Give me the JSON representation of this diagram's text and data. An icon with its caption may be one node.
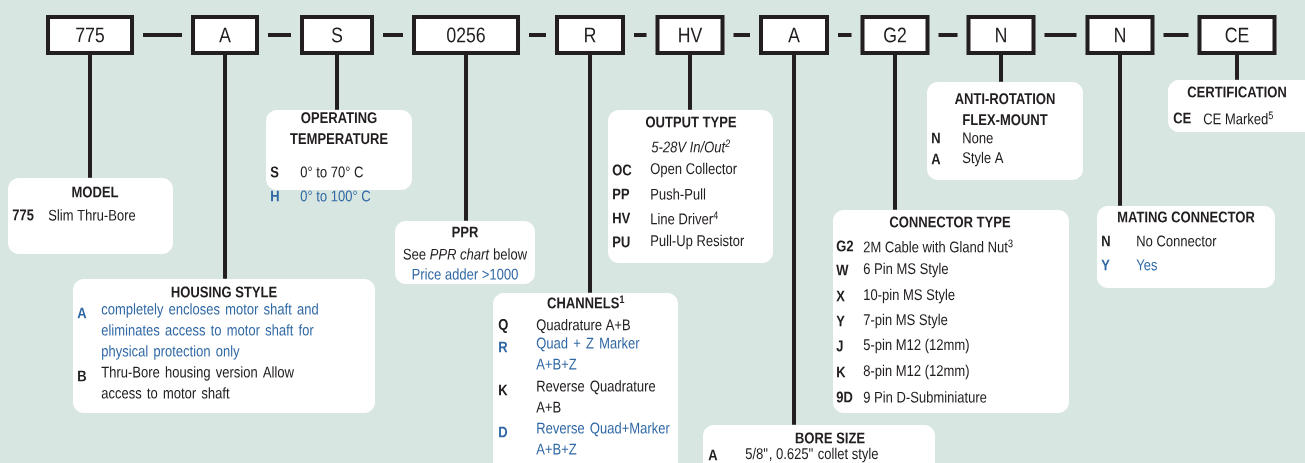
{
  "diagram": {
    "nodes": [
      {
        "text": [
          "775"
        ]
      },
      {
        "text": [
          "A"
        ]
      },
      {
        "text": [
          "S"
        ]
      },
      {
        "text": [
          "0256"
        ]
      },
      {
        "text": [
          "R"
        ]
      },
      {
        "text": [
          "HV"
        ]
      },
      {
        "text": [
          "A"
        ]
      },
      {
        "text": [
          "G2"
        ]
      },
      {
        "text": [
          "N"
        ]
      },
      {
        "text": [
          "N"
        ]
      },
      {
        "text": [
          "CE"
        ]
      },
      {
        "text": [
          "MODEL",
          "775",
          "Slim Thru-Bore"
        ]
      },
      {
        "text": [
          "HOUSING STYLE",
          "A",
          "completely encloses motor shaft and eliminates access to motor shaft for physical protection only",
          "B",
          "Thru-Bore housing version Allow access to motor shaft"
        ]
      },
      {
        "text": [
          "OPERATING TEMPERATURE",
          "S",
          "0° to 70° C",
          "H",
          "0° to 100° C"
        ]
      },
      {
        "text": [
          "PPR",
          "See *PPR chart* below",
          "Price adder >1000"
        ]
      },
      {
        "text": [
          "CHANNELS$^{1}$",
          "Q",
          "Quadrature A+B",
          "R",
          "Quad + Z Marker A+B+Z",
          "K",
          "Reverse Quadrature A+B",
          "D",
          "Reverse Quad+Marker A+B+Z"
        ]
      },
      {
        "text": [
          "OUTPUT TYPE",
          "5-28V In/Out$^{2}$",
          "OC",
          "Open Collector",
          "PP",
          "Push-Pull",
          "HV",
          "Line Driver$^{4}$",
          "PU",
          "Pull-Up Resistor"
        ]
      },
      {
        "text": [
          "BORE SIZE",
          "A",
          "5/8\", 0.625\" collet style"
        ]
      },
      {
        "text": [
          "CONNECTOR TYPE",
          "G2",
          "2M Cable with Gland Nut$^{3}$",
          "W",
          "6 Pin MS Style",
          "X",
          "10-pin MS Style",
          "Y",
          "7-pin MS Style",
          "J",
          "5-pin M12 (12mm)",
          "K",
          "8-pin M12 (12mm)",
          "9D",
          "9 Pin D-Subminiature"
        ]
      },
      {
        "text": [
          "ANTI-ROTATION FLEX-MOUNT",
          "N",
          "None",
          "A",
          "Style A"
        ]
      },
      {
        "text": [
          "MATING CONNECTOR",
          "N",
          "No Connector",
          "Y",
          "Yes"
        ]
      },
      {
        "text": [
          "CERTIFICATION",
          "CE",
          "CE Marked$^{5}$"
        ]
      }
    ],
    "edges": [
      {
        "from": 0,
        "to": 1,
        "arrow": "none"
      },
      {
        "from": 1,
        "to": 2,
        "arrow": "none"
      },
      {
        "from": 2,
        "to": 3,
        "arrow": "none"
      },
      {
        "from": 3,
        "to": 4,
        "arrow": "none"
      },
      {
        "from": 4,
        "to": 5,
        "arrow": "none"
      },
      {
        "from": 5,
        "to": 6,
        "arrow": "none"
      },
      {
        "from": 6,
        "to": 7,
        "arrow": "none"
      },
      {
        "from": 7,
        "to": 8,
        "arrow": "none"
      },
      {
        "from": 8,
        "to": 9,
        "arrow": "none"
      },
      {
        "from": 9,
        "to": 10,
        "arrow": "none"
      },
      {
        "from": 0,
        "to": 11,
        "arrow": "none"
      },
      {
        "from": 1,
        "to": 12,
        "arrow": "none"
      },
      {
        "from": 2,
        "to": 13,
        "arrow": "none"
      },
      {
        "from": 3,
        "to": 14,
        "arrow": "none"
      },
      {
        "from": 4,
        "to": 15,
        "arrow": "none"
      },
      {
        "from": 5,
        "to": 16,
        "arrow": "none"
      },
      {
        "from": 6,
        "to": 17,
        "arrow": "none"
      },
      {
        "from": 7,
        "to": 18,
        "arrow": "none"
      },
      {
        "from": 8,
        "to": 19,
        "arrow": "none"
      },
      {
        "from": 9,
        "to": 20,
        "arrow": "none"
      },
      {
        "from": 10,
        "to": 21,
        "arrow": "none"
      }
    ]
  }
}
